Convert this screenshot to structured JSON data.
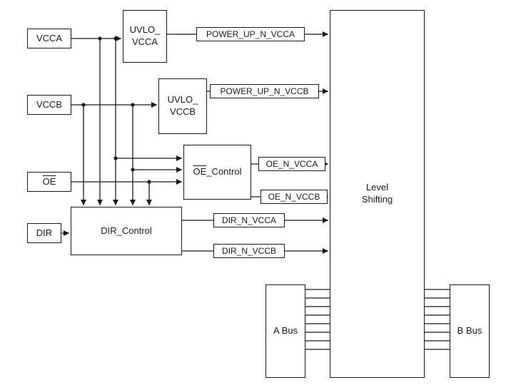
{
  "figure": {
    "type": "functional-block-diagram",
    "inputs": {
      "vcca": "VCCA",
      "vccb": "VCCB",
      "oe": "OE",
      "dir": "DIR"
    },
    "blocks": {
      "uvlo_vcca": {
        "line1": "UVLO_",
        "line2": "VCCA"
      },
      "uvlo_vccb": {
        "line1": "UVLO_",
        "line2": "VCCB"
      },
      "oe_control": {
        "prefix": "OE",
        "suffix": "_Control"
      },
      "dir_control": "DIR_Control",
      "level_shifting": {
        "line1": "Level",
        "line2": "Shifting"
      },
      "a_bus": "A Bus",
      "b_bus": "B Bus"
    },
    "signals": {
      "power_up_n_vcca": "POWER_UP_N_VCCA",
      "power_up_n_vccb": "POWER_UP_N_VCCB",
      "oe_n_vcca": "OE_N_VCCA",
      "oe_n_vccb": "OE_N_VCCB",
      "dir_n_vcca": "DIR_N_VCCA",
      "dir_n_vccb": "DIR_N_VCCB"
    },
    "bus_line_count": 8,
    "colors": {
      "line": "#1a1a1a",
      "background": "#ffffff"
    }
  }
}
